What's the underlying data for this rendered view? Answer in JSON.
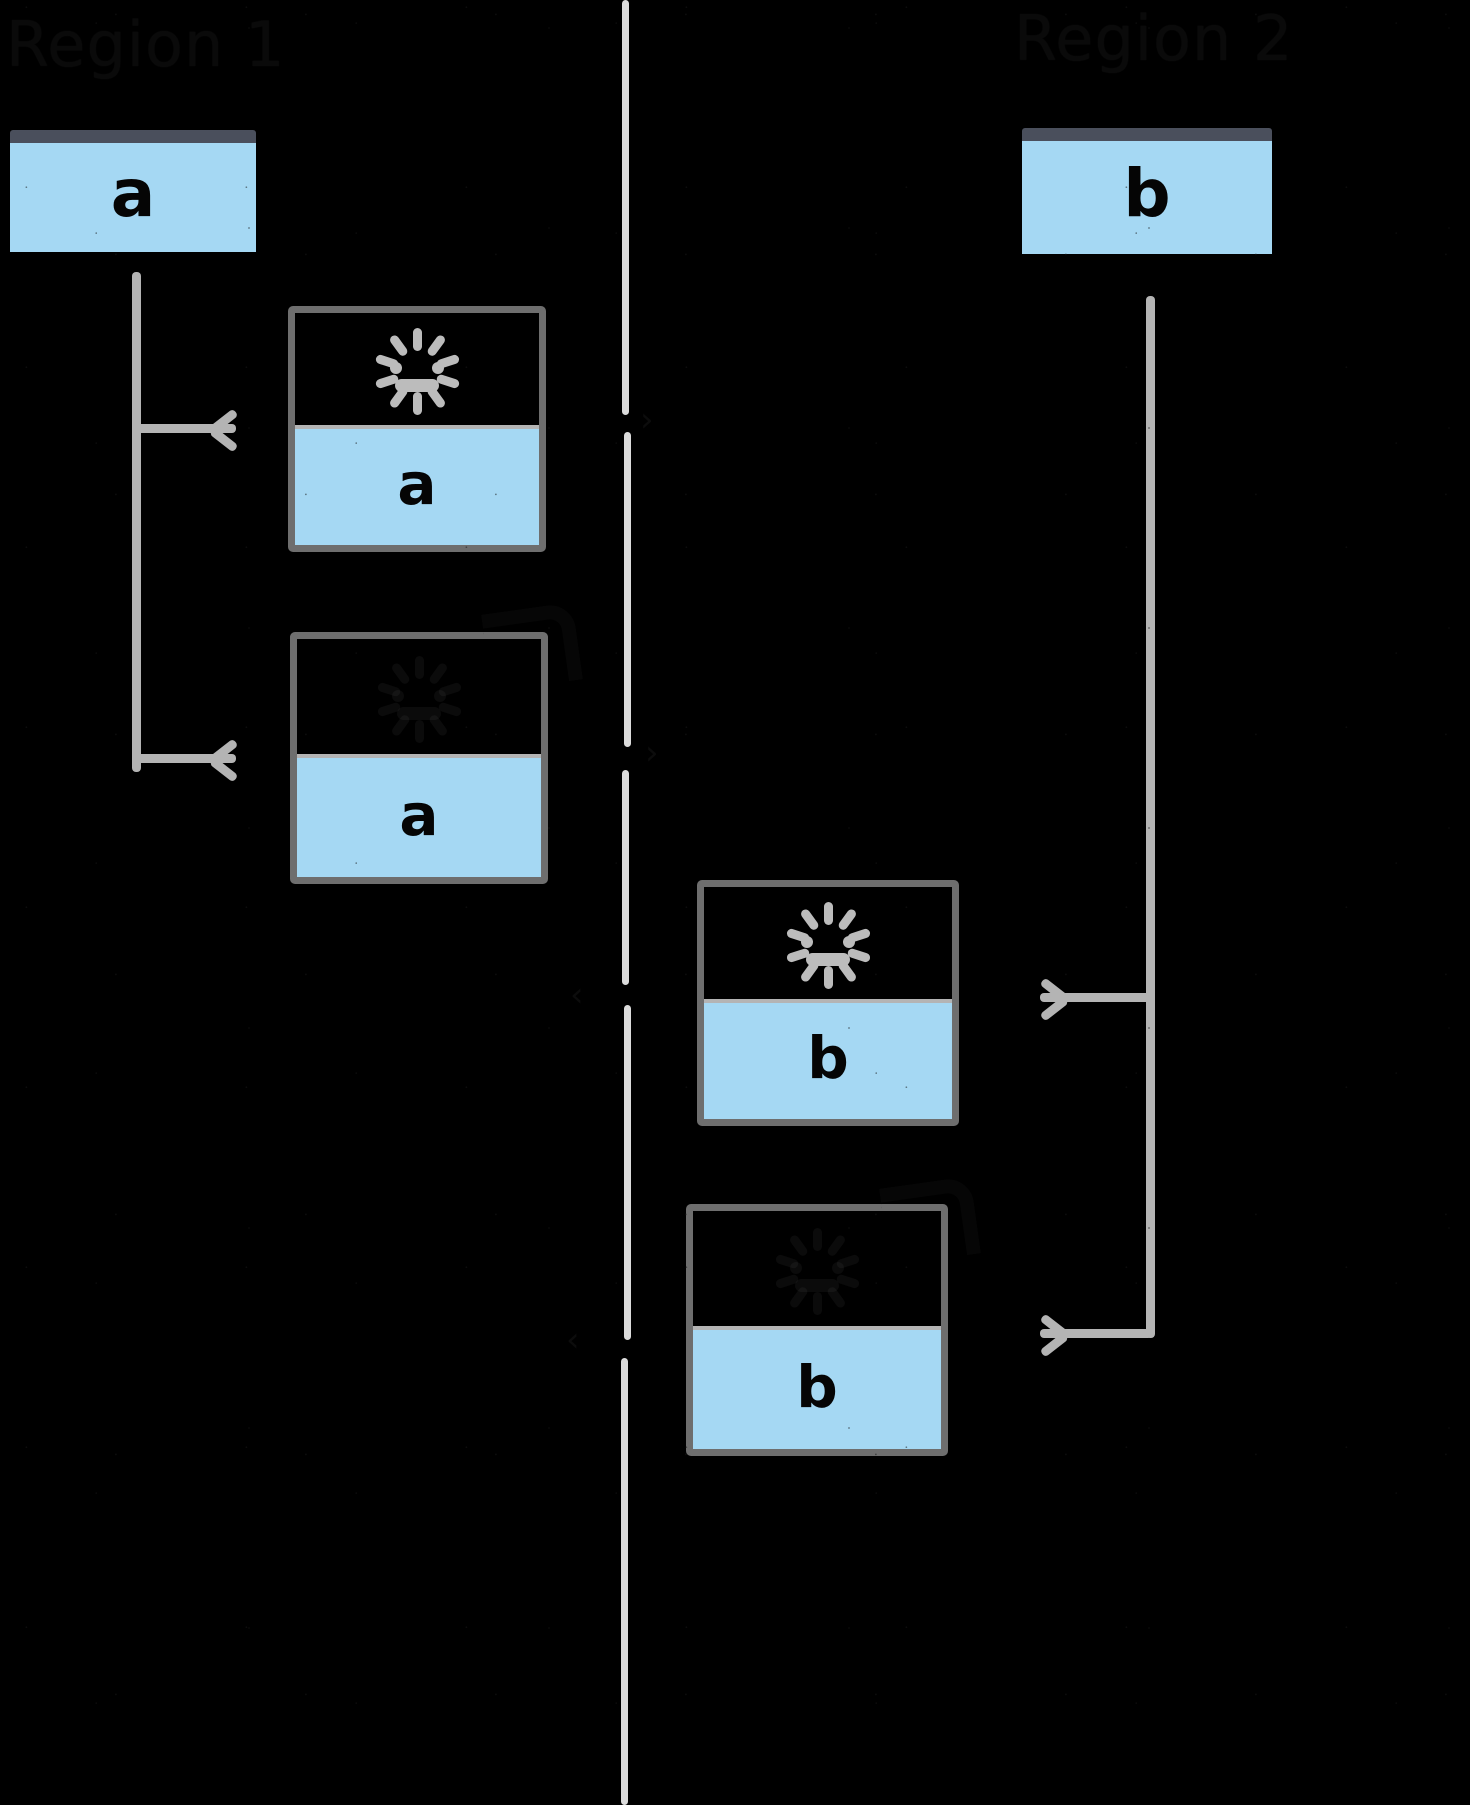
{
  "diagram": {
    "title_left": "Region 1",
    "title_right": "Region 2",
    "divider_label": "",
    "colors": {
      "background": "#000000",
      "accent_blue": "#a5d8f3",
      "card_border": "#6e6e6e",
      "connector": "#b4b4b4",
      "divider": "#dcdcdc",
      "source_bar": "#4a4f5c",
      "icon": "#bcbcbc",
      "text_dark": "#050505"
    }
  },
  "left_column": {
    "header": "Region 1",
    "source": {
      "label": "a",
      "name": "source-box-a"
    },
    "cards": [
      {
        "label": "a",
        "icon": "kubernetes-icon",
        "state": "active"
      },
      {
        "label": "a",
        "icon": "kubernetes-icon",
        "state": "dimmed"
      }
    ]
  },
  "right_column": {
    "header": "Region 2",
    "source": {
      "label": "b",
      "name": "source-box-b"
    },
    "cards": [
      {
        "label": "b",
        "icon": "kubernetes-icon",
        "state": "active"
      },
      {
        "label": "b",
        "icon": "kubernetes-icon",
        "state": "dimmed"
      }
    ]
  },
  "connectors": {
    "left": [
      {
        "from": "source-box-a",
        "to": "card-a-1",
        "direction": "right"
      },
      {
        "from": "source-box-a",
        "to": "card-a-2",
        "direction": "right"
      }
    ],
    "right": [
      {
        "from": "source-box-b",
        "to": "card-b-1",
        "direction": "left"
      },
      {
        "from": "source-box-b",
        "to": "card-b-2",
        "direction": "left"
      }
    ]
  },
  "divider": {
    "orientation": "vertical",
    "style": "segmented",
    "markers": [
      "›",
      "›",
      "‹",
      "‹"
    ]
  }
}
